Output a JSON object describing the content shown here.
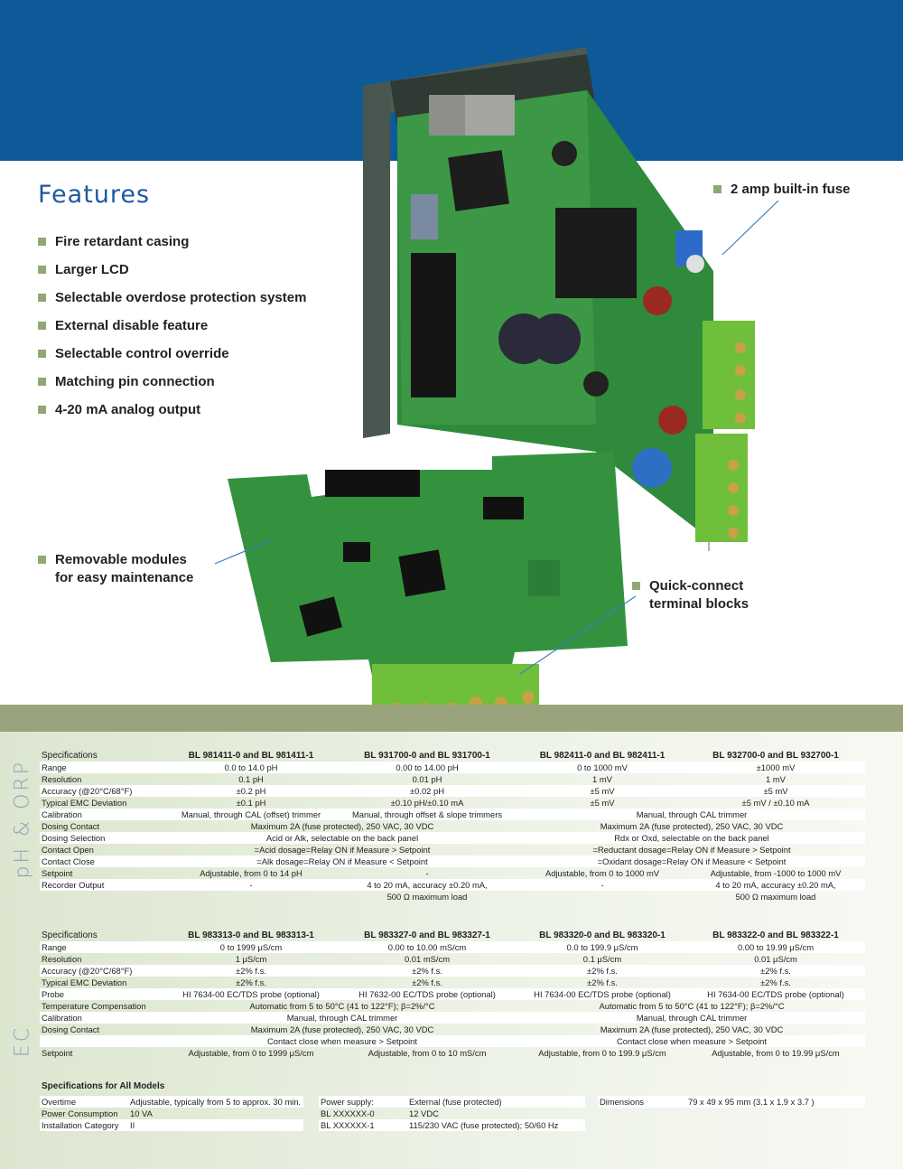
{
  "features": {
    "title": "Features",
    "items": [
      "Fire retardant casing",
      "Larger LCD",
      "Selectable overdose protection system",
      "External disable feature",
      "Selectable control override",
      "Matching pin connection",
      "4-20 mA analog output"
    ]
  },
  "callouts": {
    "fuse": "2 amp built-in fuse",
    "modules_1": "Removable modules",
    "modules_2": "for easy maintenance",
    "terminal_1": "Quick-connect",
    "terminal_2": "terminal blocks"
  },
  "side_labels": {
    "ph": "pH & ORP",
    "ec": "EC"
  },
  "ph_table": {
    "headers": [
      "Specifications",
      "BL 981411-0 and BL 981411-1",
      "BL 931700-0 and BL 931700-1",
      "BL 982411-0 and BL 982411-1",
      "BL 932700-0 and BL 932700-1"
    ],
    "rows": [
      [
        "Range",
        "0.0 to 14.0 pH",
        "0.00 to 14.00 pH",
        "0 to 1000 mV",
        "±1000 mV"
      ],
      [
        "Resolution",
        "0.1 pH",
        "0.01 pH",
        "1 mV",
        "1 mV"
      ],
      [
        "Accuracy (@20°C/68°F)",
        "±0.2 pH",
        "±0.02 pH",
        "±5 mV",
        "±5 mV"
      ],
      [
        "Typical EMC Deviation",
        "±0.1 pH",
        "±0.10 pH/±0.10 mA",
        "±5 mV",
        "±5 mV / ±0.10 mA"
      ],
      [
        "Calibration",
        "Manual, through CAL (offset) trimmer",
        "Manual, through offset & slope trimmers",
        "Manual, through CAL trimmer",
        ""
      ],
      [
        "Dosing Contact",
        "Maximum 2A (fuse protected), 250 VAC, 30 VDC",
        "",
        "Maximum 2A (fuse protected), 250 VAC, 30 VDC",
        ""
      ],
      [
        "Dosing Selection",
        "Acid or Alk, selectable on the back panel",
        "",
        "Rdx or Oxd, selectable on the back panel",
        ""
      ],
      [
        "Contact Open",
        "=Acid dosage=Relay ON if Measure > Setpoint",
        "",
        "=Reductant dosage=Relay ON if Measure > Setpoint",
        ""
      ],
      [
        "Contact Close",
        "=Alk dosage=Relay ON if Measure < Setpoint",
        "",
        "=Oxidant dosage=Relay ON if Measure < Setpoint",
        ""
      ],
      [
        "Setpoint",
        "Adjustable, from 0 to 14 pH",
        "-",
        "Adjustable, from 0 to 1000 mV",
        "Adjustable, from -1000 to 1000 mV"
      ],
      [
        "Recorder Output",
        "-",
        "4 to 20 mA, accuracy ±0.20 mA,",
        "-",
        "4 to 20 mA, accuracy ±0.20 mA,"
      ],
      [
        "",
        "",
        "500 Ω maximum load",
        "",
        "500 Ω maximum load"
      ]
    ]
  },
  "ec_table": {
    "headers": [
      "Specifications",
      "BL 983313-0 and BL 983313-1",
      "BL 983327-0 and BL 983327-1",
      "BL 983320-0 and BL 983320-1",
      "BL 983322-0 and BL 983322-1"
    ],
    "rows": [
      [
        "Range",
        "0 to 1999 μS/cm",
        "0.00 to 10.00 mS/cm",
        "0.0 to 199.9 μS/cm",
        "0.00 to 19.99 μS/cm"
      ],
      [
        "Resolution",
        "1 μS/cm",
        "0.01 mS/cm",
        "0.1 μS/cm",
        "0.01 μS/cm"
      ],
      [
        "Accuracy (@20°C/68°F)",
        "±2% f.s.",
        "±2% f.s.",
        "±2% f.s.",
        "±2% f.s."
      ],
      [
        "Typical EMC Deviation",
        "±2% f.s.",
        "±2% f.s.",
        "±2% f.s.",
        "±2% f.s."
      ],
      [
        "Probe",
        "HI 7634-00 EC/TDS probe (optional)",
        "HI 7632-00 EC/TDS probe (optional)",
        "HI 7634-00 EC/TDS probe (optional)",
        "HI 7634-00 EC/TDS probe (optional)"
      ],
      [
        "Temperature Compensation",
        "Automatic from 5 to 50°C (41 to 122°F); β=2%/°C",
        "",
        "Automatic from 5 to 50°C (41 to 122°F); β=2%/°C",
        ""
      ],
      [
        "Calibration",
        "Manual, through CAL trimmer",
        "",
        "Manual, through CAL trimmer",
        ""
      ],
      [
        "Dosing Contact",
        "Maximum 2A (fuse protected), 250 VAC, 30 VDC",
        "",
        "Maximum 2A (fuse protected), 250 VAC, 30 VDC",
        ""
      ],
      [
        "",
        "Contact close when measure > Setpoint",
        "",
        "Contact close when measure > Setpoint",
        ""
      ],
      [
        "Setpoint",
        "Adjustable, from 0 to 1999 μS/cm",
        "Adjustable, from 0 to 10 mS/cm",
        "Adjustable, from 0 to 199.9 μS/cm",
        "Adjustable, from 0 to 19.99 μS/cm"
      ]
    ]
  },
  "all_models": {
    "title": "Specifications for All Models",
    "col1": [
      [
        "Overtime",
        "Adjustable, typically from 5 to approx. 30 min."
      ],
      [
        "Power Consumption",
        "10 VA"
      ],
      [
        "Installation Category",
        "II"
      ]
    ],
    "col2": [
      [
        "Power supply:",
        "External (fuse protected)"
      ],
      [
        "BL XXXXXX-0",
        "12 VDC"
      ],
      [
        "BL XXXXXX-1",
        "115/230 VAC (fuse protected); 50/60 Hz"
      ]
    ],
    "col3": [
      [
        "Dimensions",
        "79 x 49 x 95 mm (3.1 x 1.9 x 3.7 )"
      ]
    ]
  }
}
